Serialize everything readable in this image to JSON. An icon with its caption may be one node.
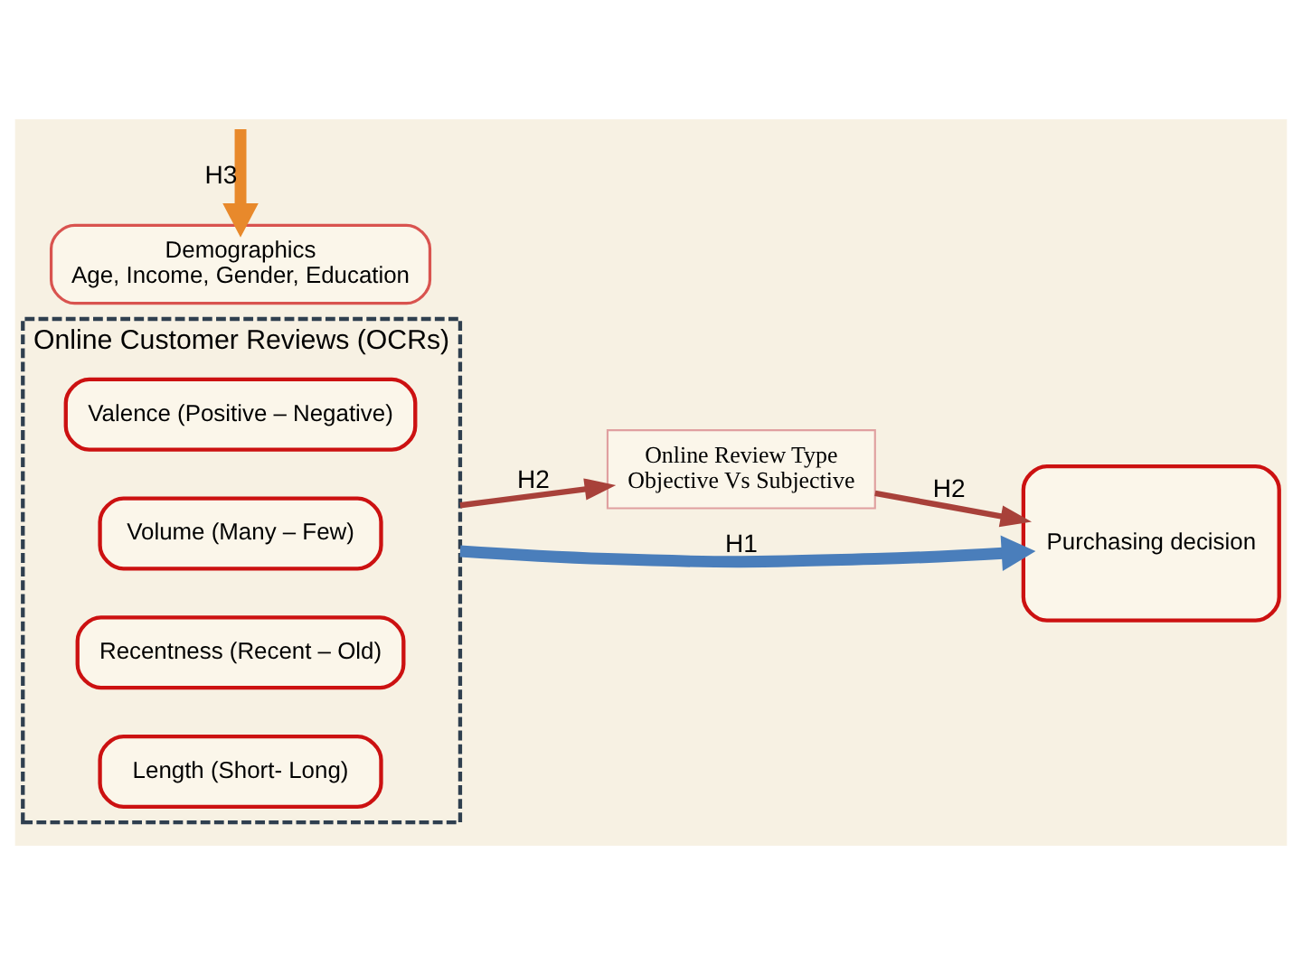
{
  "diagram": {
    "nodes": [
      {
        "text": [
          "Online Customer Reviews (OCRs)"
        ]
      },
      {
        "text": [
          "Valence (Positive – Negative)"
        ],
        "in": 0
      },
      {
        "text": [
          "Volume (Many – Few)"
        ],
        "in": 0
      },
      {
        "text": [
          "Recentness (Recent – Old)"
        ],
        "in": 0
      },
      {
        "text": [
          "Length (Short- Long)"
        ],
        "in": 0
      },
      {
        "text": [
          "Demographics",
          "Age, Income, Gender, Education"
        ]
      },
      {
        "text": [
          "Online Review Type",
          "Objective Vs Subjective"
        ]
      },
      {
        "text": [
          "Purchasing decision"
        ]
      }
    ],
    "edges": [
      {
        "from": 0,
        "to": 7,
        "arrow": "to",
        "label": "H1",
        "style": "thick",
        "color": "#4a7ebb"
      },
      {
        "from": null,
        "to": 5,
        "arrow": "to",
        "label": "H3",
        "style": "thick",
        "color": "#e8892b"
      },
      {
        "from": 0,
        "to": 6,
        "arrow": "to",
        "label": "H2"
      },
      {
        "from": 6,
        "to": 7,
        "arrow": "to",
        "label": "H2"
      }
    ]
  }
}
